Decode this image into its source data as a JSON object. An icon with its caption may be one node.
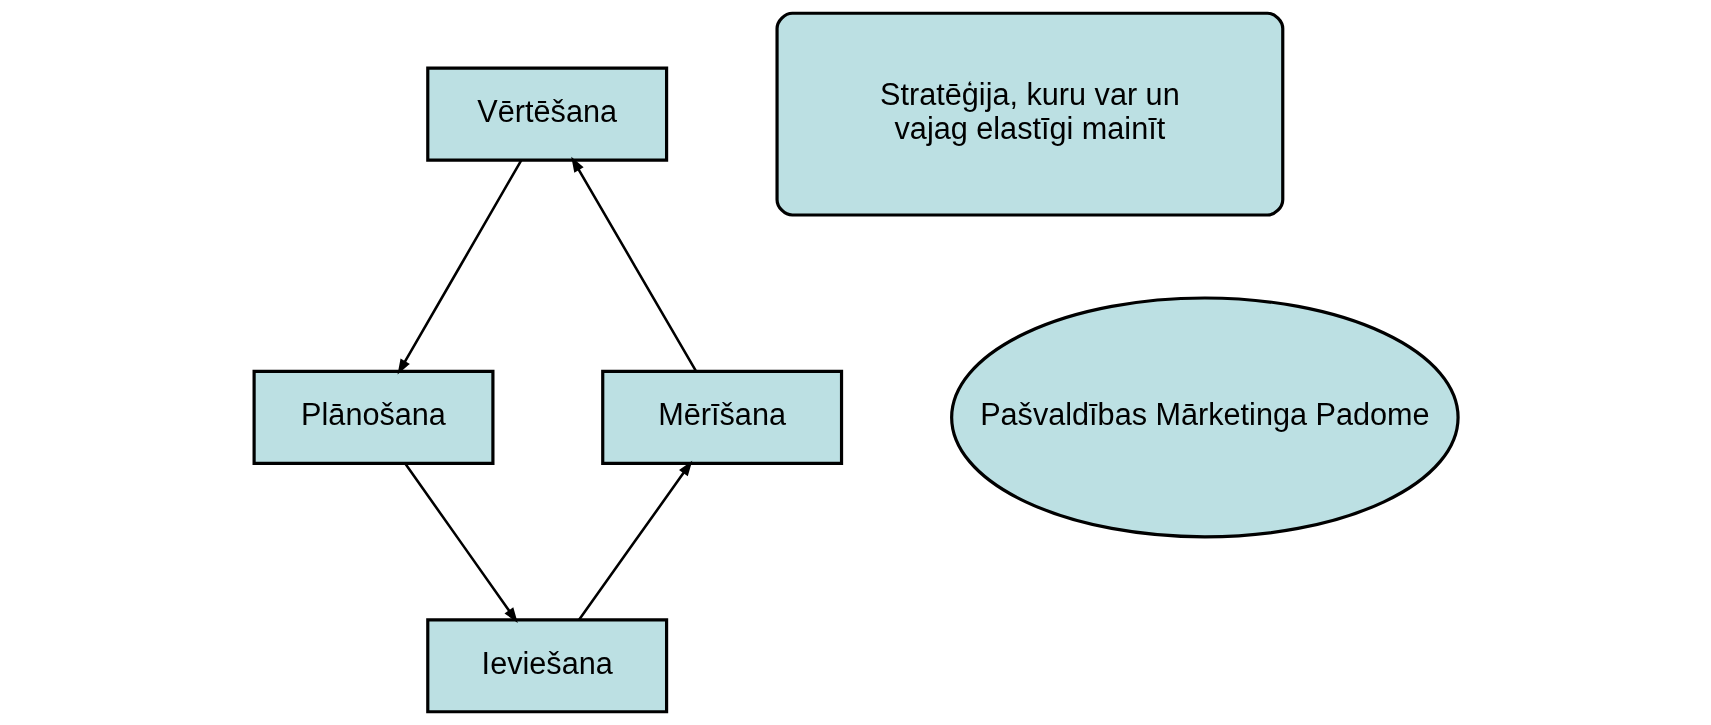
{
  "diagram": {
    "nodes": [
      {
        "text": [
          "Vērtēšana"
        ]
      },
      {
        "text": [
          "Stratēģija, kuru var un vajag elastīgi mainīt"
        ]
      },
      {
        "text": [
          "Mērīšana"
        ]
      },
      {
        "text": [
          "Pašvaldības Mārketinga Padome"
        ]
      },
      {
        "text": [
          "Plānošana"
        ]
      },
      {
        "text": [
          "Ieviešana"
        ]
      }
    ],
    "edges": [
      {
        "from": 0,
        "to": 4,
        "arrow": "to"
      },
      {
        "from": 4,
        "to": 5,
        "arrow": "to"
      },
      {
        "from": 5,
        "to": 2,
        "arrow": "to"
      },
      {
        "from": 2,
        "to": 0,
        "arrow": "to"
      }
    ]
  }
}
